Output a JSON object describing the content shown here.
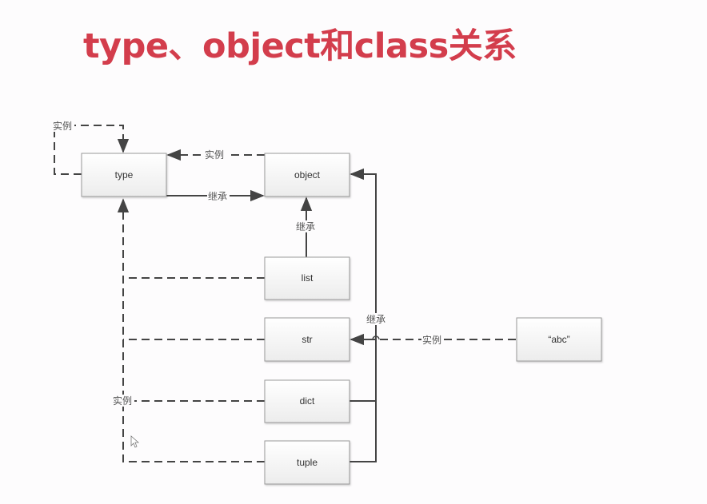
{
  "title": "type、object和class关系",
  "nodes": {
    "type": "type",
    "object": "object",
    "list": "list",
    "str": "str",
    "dict": "dict",
    "tuple": "tuple",
    "abc": "“abc”"
  },
  "edge_labels": {
    "type_self_instance": "实例",
    "object_to_type_instance": "实例",
    "type_to_object_inherit": "继承",
    "list_to_object_inherit": "继承",
    "str_dict_tuple_inherit": "继承",
    "abc_to_str_instance": "实例",
    "builtins_to_type_instance": "实例"
  },
  "colors": {
    "title": "#d33d4c",
    "line": "#444444",
    "node_border": "#9a9a9a"
  }
}
